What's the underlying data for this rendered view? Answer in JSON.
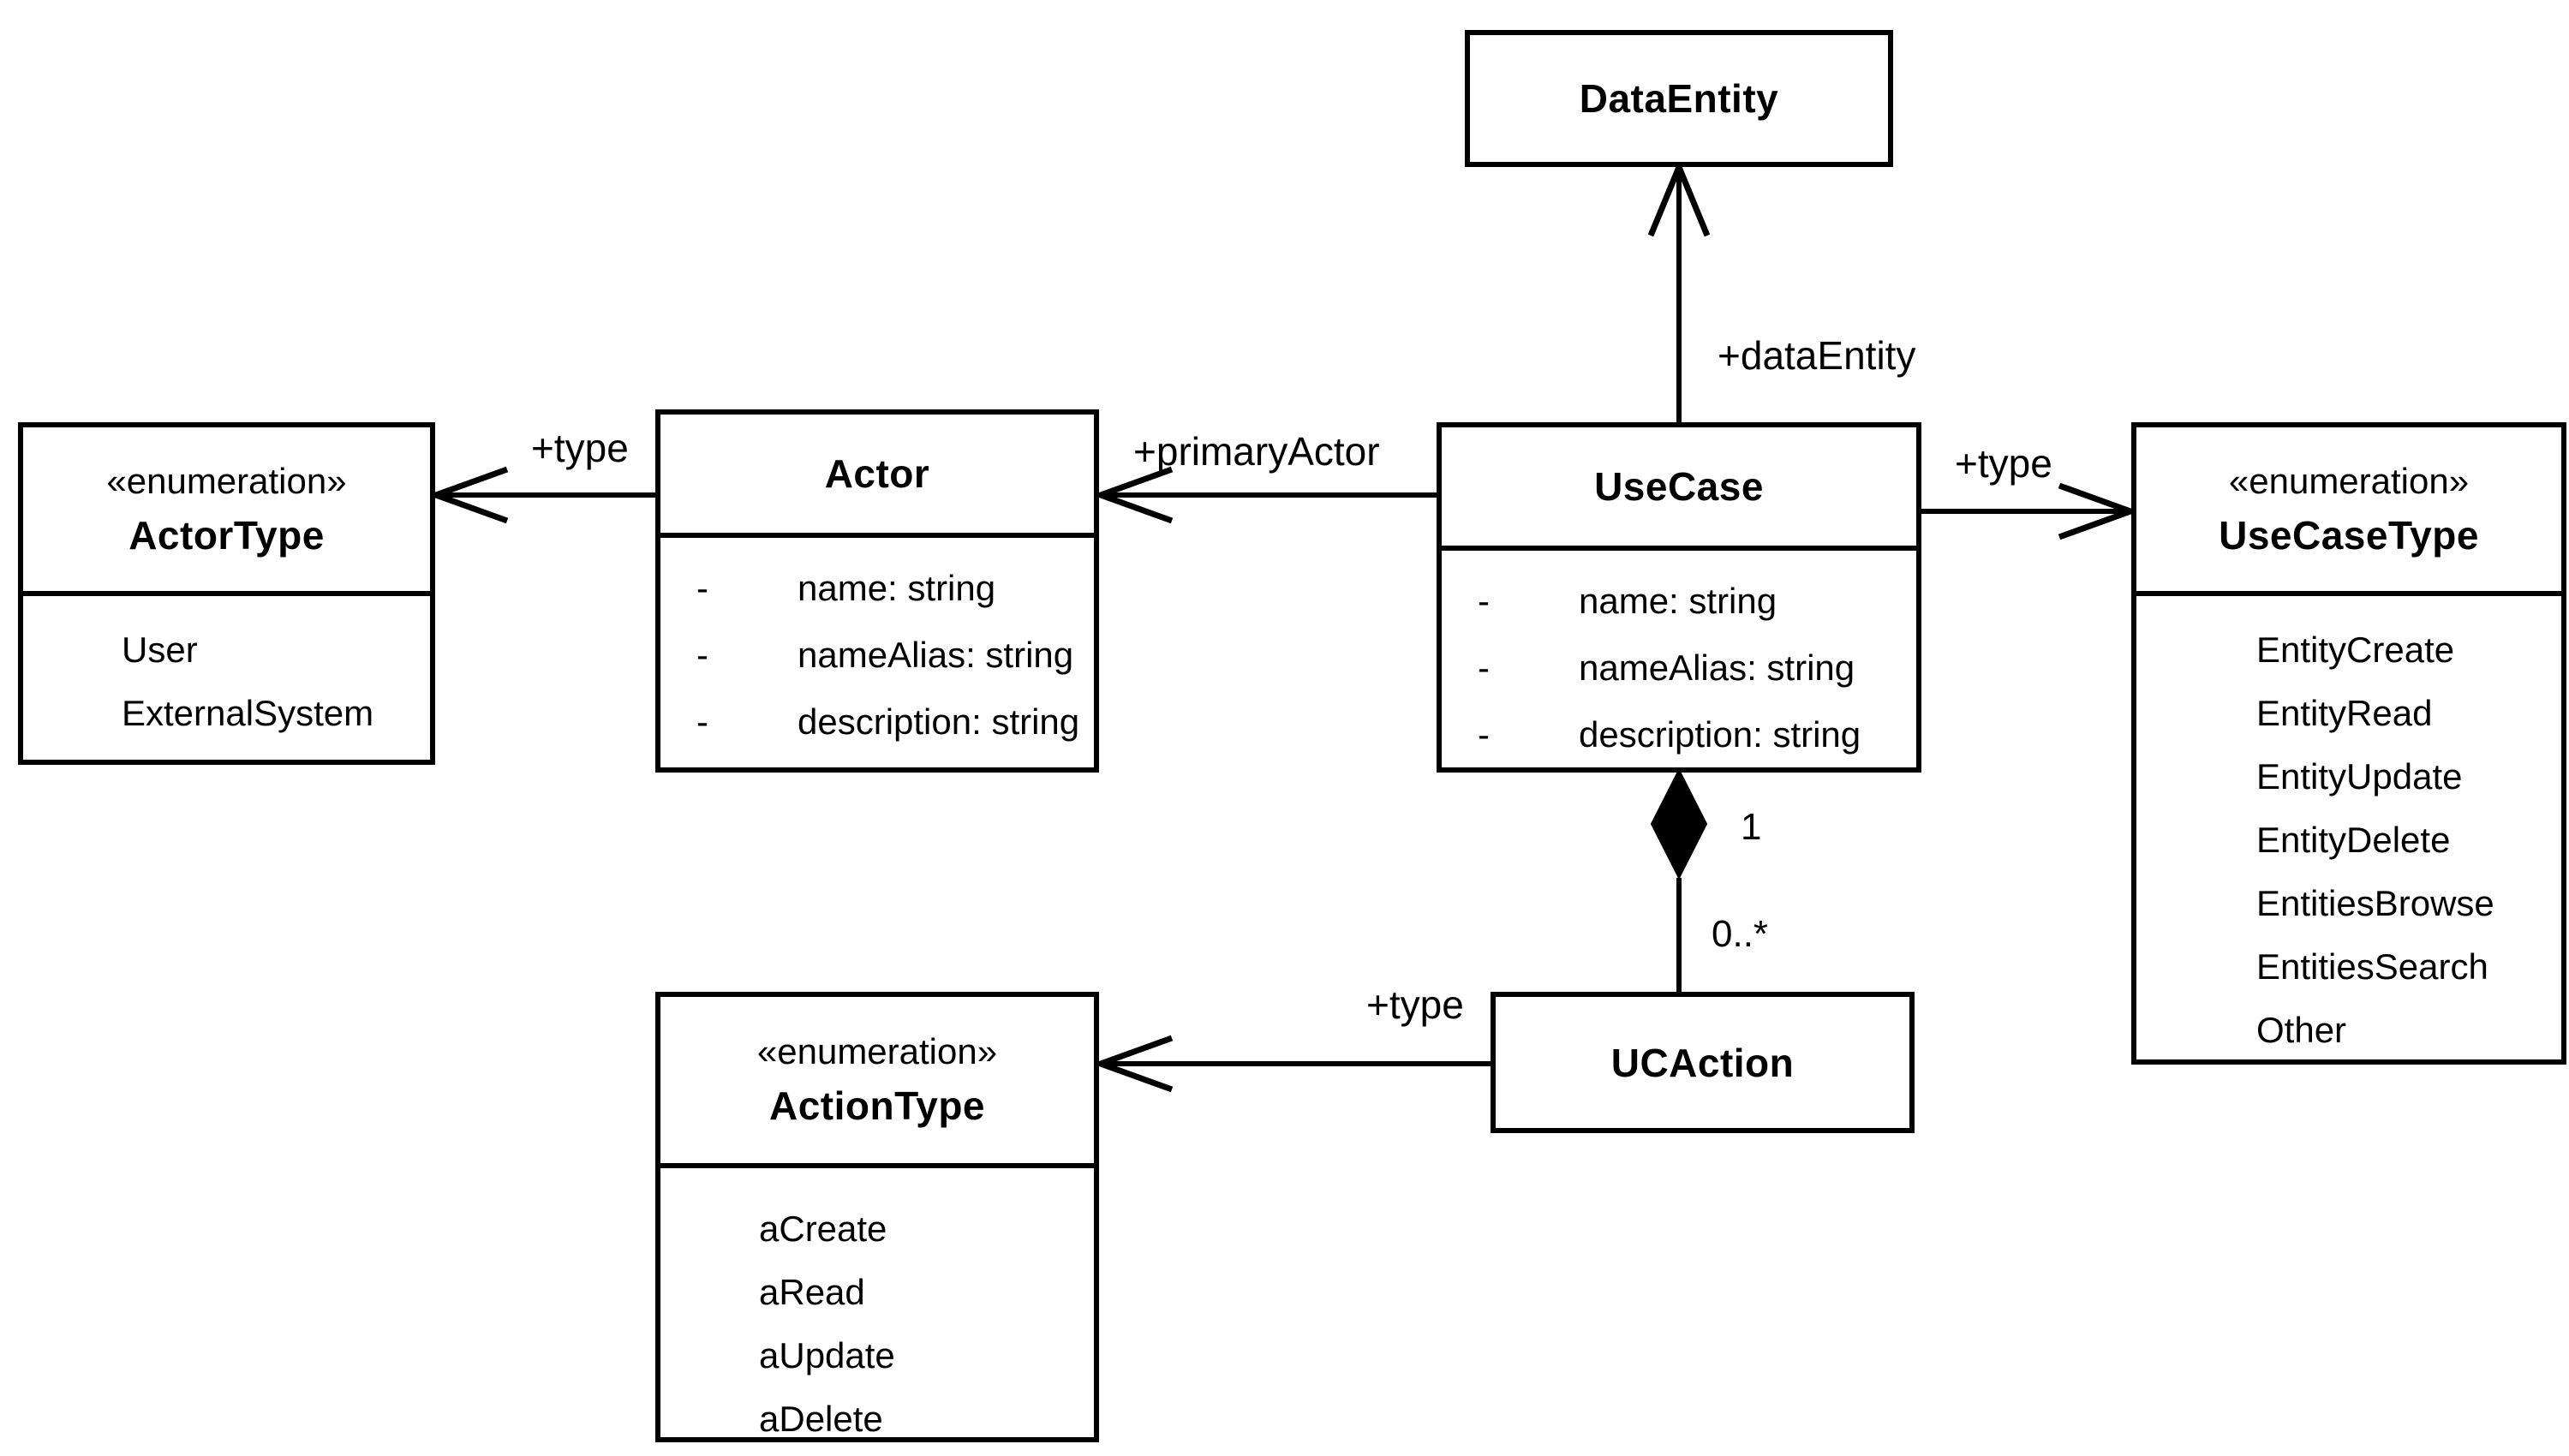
{
  "diagram": {
    "kind": "uml-class-diagram",
    "colors": {
      "line": "#000000",
      "background": "#ffffff",
      "text": "#000000"
    }
  },
  "classes": {
    "data_entity": {
      "name": "DataEntity"
    },
    "use_case": {
      "name": "UseCase",
      "attributes": [
        {
          "visibility": "-",
          "text": "name: string"
        },
        {
          "visibility": "-",
          "text": "nameAlias: string"
        },
        {
          "visibility": "-",
          "text": "description: string"
        }
      ]
    },
    "actor": {
      "name": "Actor",
      "attributes": [
        {
          "visibility": "-",
          "text": "name: string"
        },
        {
          "visibility": "-",
          "text": "nameAlias: string"
        },
        {
          "visibility": "-",
          "text": "description: string"
        }
      ]
    },
    "uc_action": {
      "name": "UCAction"
    },
    "actor_type": {
      "stereotype": "«enumeration»",
      "name": "ActorType",
      "literals": [
        "User",
        "ExternalSystem"
      ]
    },
    "use_case_type": {
      "stereotype": "«enumeration»",
      "name": "UseCaseType",
      "literals": [
        "EntityCreate",
        "EntityRead",
        "EntityUpdate",
        "EntityDelete",
        "EntitiesBrowse",
        "EntitiesSearch",
        "Other"
      ]
    },
    "action_type": {
      "stereotype": "«enumeration»",
      "name": "ActionType",
      "literals": [
        "aCreate",
        "aRead",
        "aUpdate",
        "aDelete"
      ]
    }
  },
  "relationships": {
    "use_case_to_data_entity": {
      "label": "+dataEntity"
    },
    "use_case_to_actor": {
      "label": "+primaryActor"
    },
    "actor_to_actor_type": {
      "label": "+type"
    },
    "use_case_to_use_case_type": {
      "label": "+type"
    },
    "uc_action_to_action_type": {
      "label": "+type"
    },
    "use_case_composes_uc_action": {
      "whole_multiplicity": "1",
      "part_multiplicity": "0..*"
    }
  }
}
